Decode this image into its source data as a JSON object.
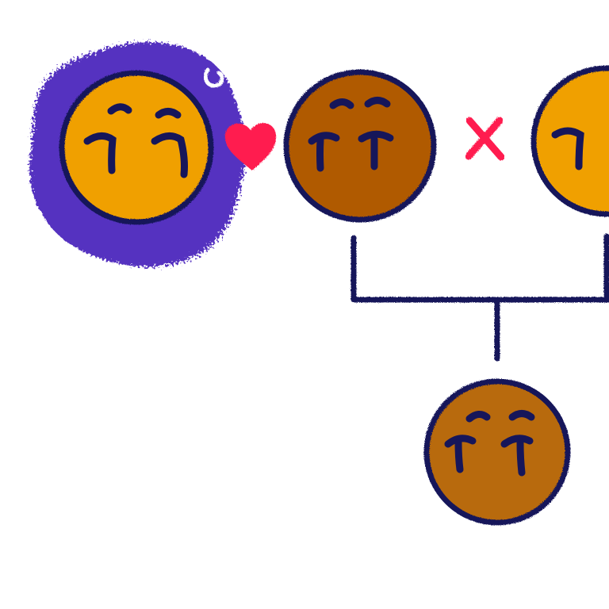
{
  "colors": {
    "background": "#ffffff",
    "outline": "#16165a",
    "halo": "#5530c0",
    "face_orange": "#f0a000",
    "face_brown_dark": "#b05a00",
    "face_brown_mid": "#b86a08",
    "heart": "#ff1c50",
    "cross": "#ff1c50",
    "connector": "#16165a"
  },
  "diagram": {
    "nodes": [
      {
        "id": "partner",
        "face_color": "face_orange",
        "highlighted": true,
        "icon": "smiling-face-icon"
      },
      {
        "id": "parent-a",
        "face_color": "face_brown_dark",
        "icon": "smiling-face-icon"
      },
      {
        "id": "parent-b",
        "face_color": "face_orange",
        "icon": "smiling-face-icon",
        "partially_visible": true
      },
      {
        "id": "child",
        "face_color": "face_brown_mid",
        "icon": "smiling-face-icon"
      }
    ],
    "relations": [
      {
        "from": "partner",
        "to": "parent-a",
        "symbol": "heart-icon",
        "meaning": "love"
      },
      {
        "from": "parent-a",
        "to": "parent-b",
        "symbol": "cross-icon",
        "meaning": "union"
      },
      {
        "from": "parent-a",
        "to": "child",
        "symbol": "tree-connector",
        "meaning": "offspring"
      },
      {
        "from": "parent-b",
        "to": "child",
        "symbol": "tree-connector",
        "meaning": "offspring"
      }
    ]
  }
}
